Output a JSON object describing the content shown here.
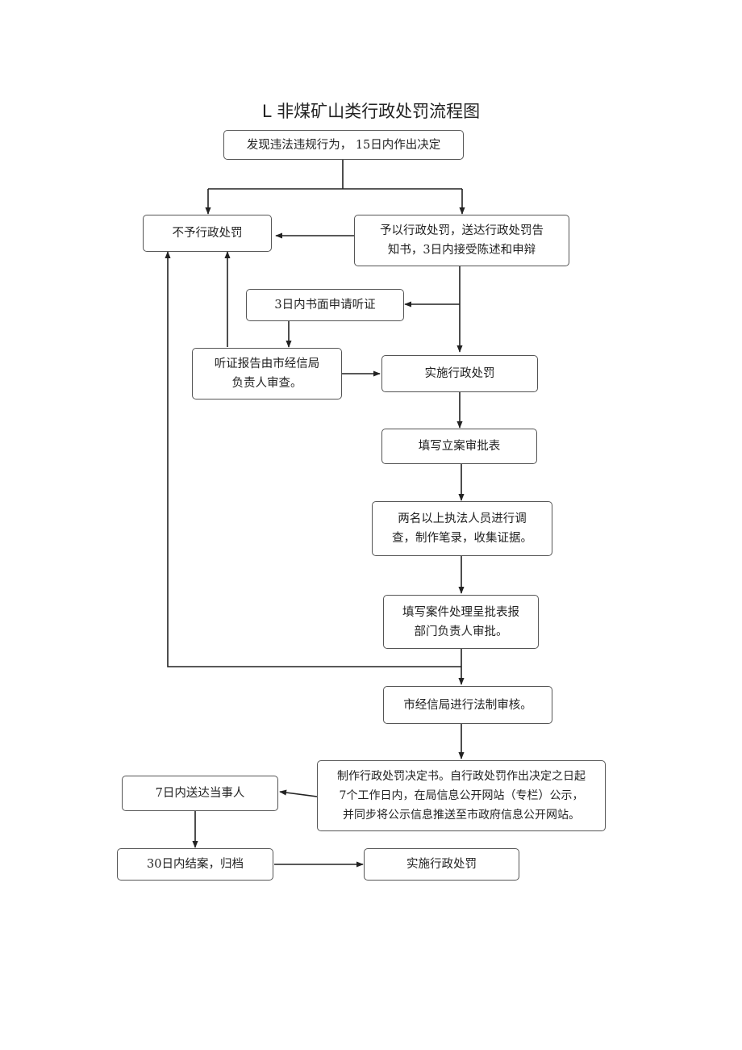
{
  "title": "L 非煤矿山类行政处罚流程图",
  "nodes": {
    "n1": "发现违法违规行为， 15日内作出决定",
    "n2": "不予行政处罚",
    "n3": "予以行政处罚，送达行政处罚告\n知书，3日内接受陈述和申辩",
    "n4": "3日内书面申请听证",
    "n5": "听证报告由市经信局\n负责人审查。",
    "n6": "实施行政处罚",
    "n7": "填写立案审批表",
    "n8": "两名以上执法人员进行调\n查，制作笔录，收集证据。",
    "n9": "填写案件处理呈批表报\n部门负责人审批。",
    "n10": "市经信局进行法制审核。",
    "n11": "制作行政处罚决定书。自行政处罚作出决定之日起\n7个工作日内，在局信息公开网站（专栏）公示，\n并同步将公示信息推送至市政府信息公开网站。",
    "n12": "7日内送达当事人",
    "n13": "30日内结案，归档",
    "n14": "实施行政处罚"
  }
}
